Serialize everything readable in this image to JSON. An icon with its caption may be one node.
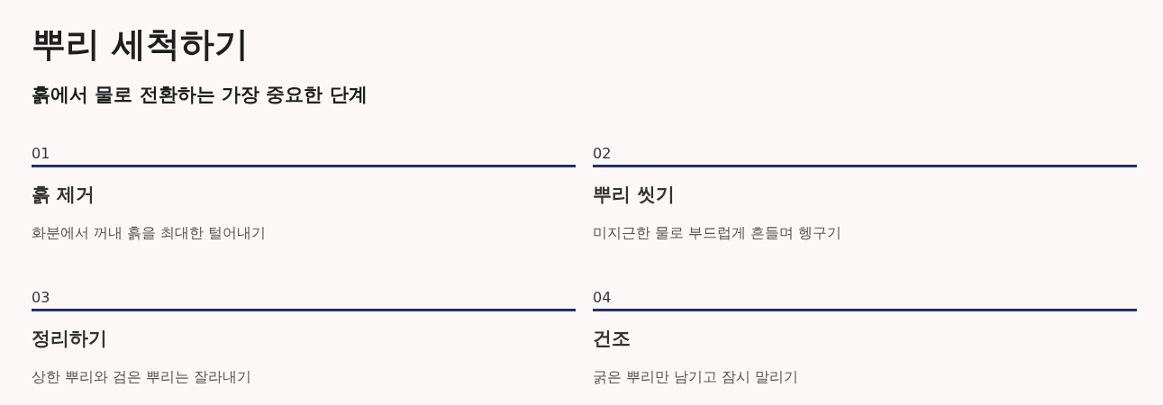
{
  "diagram": {
    "title": "뿌리 세척하기",
    "nodes": [
      {
        "text": [
          "01",
          "흙 제거",
          "화분에서 꺼내 흙을 최대한 털어내기"
        ]
      },
      {
        "text": [
          "02",
          "뿌리 씻기",
          "미지근한 물로 부드럽게 흔들며 헹구기"
        ]
      },
      {
        "text": [
          "03",
          "정리하기",
          "상한 뿌리와 검은 뿌리는 잘라내기"
        ]
      },
      {
        "text": [
          "04",
          "건조",
          "굵은 뿌리만 남기고 잠시 말리기"
        ]
      }
    ],
    "labels": [
      "흙에서 물로 전환하는 가장 중요한 단계"
    ]
  }
}
